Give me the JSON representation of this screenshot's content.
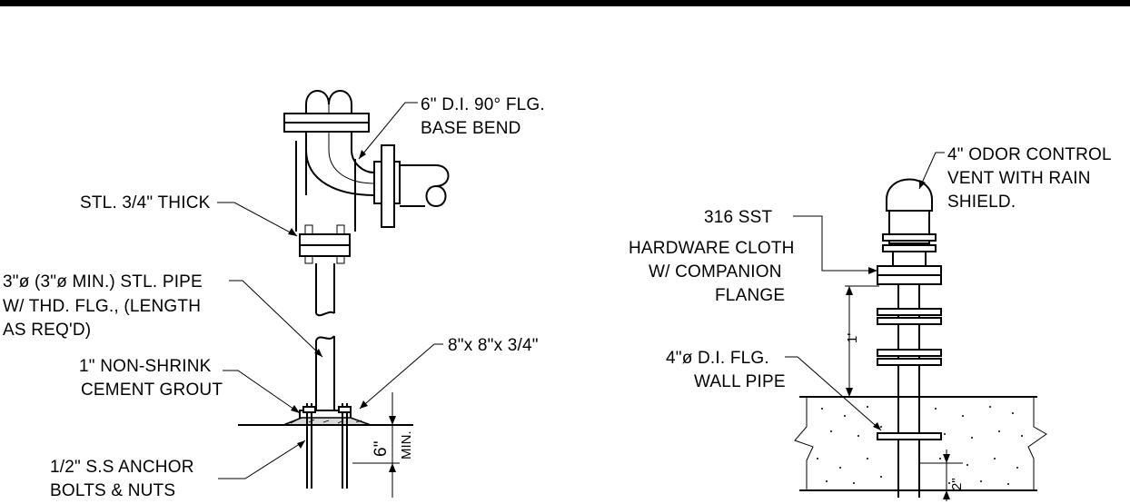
{
  "labels": {
    "base_bend_1": "6\" D.I. 90° FLG.",
    "base_bend_2": "BASE BEND",
    "stl_thick": "STL. 3/4\" THICK",
    "pipe_1": "3\"ø (3\"ø MIN.) STL. PIPE",
    "pipe_2": "W/ THD. FLG., (LENGTH",
    "pipe_3": "AS REQ'D)",
    "plate": "8\"x 8\"x 3/4\"",
    "grout_1": "1\" NON-SHRINK",
    "grout_2": "CEMENT GROUT",
    "anchor_1": "1/2\" S.S ANCHOR",
    "anchor_2": "BOLTS & NUTS",
    "dim_6": "6\"",
    "dim_min": "MIN.",
    "odor_1": "4\" ODOR CONTROL",
    "odor_2": "VENT WITH RAIN",
    "odor_3": "SHIELD.",
    "cloth_1": "316 SST",
    "cloth_2": "HARDWARE CLOTH",
    "cloth_3": "W/ COMPANION",
    "cloth_4": "FLANGE",
    "wall_1": "4\"ø D.I. FLG.",
    "wall_2": "WALL PIPE",
    "dim_1ft": "1'",
    "dim_2in": "2\""
  },
  "colors": {
    "line": "#000000",
    "background": "#ffffff"
  }
}
